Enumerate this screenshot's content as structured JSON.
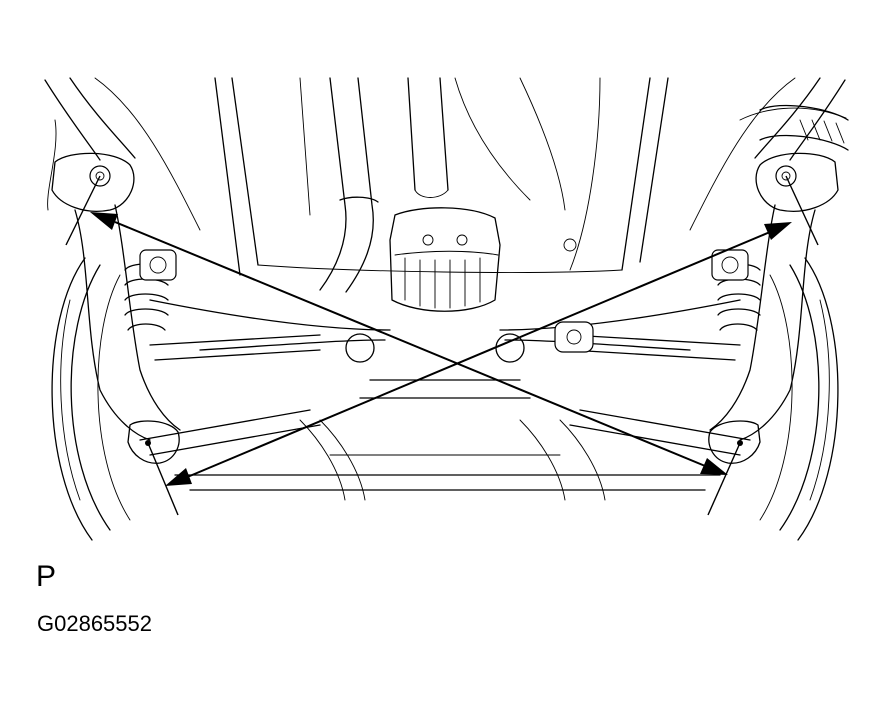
{
  "figure": {
    "view_label": "P",
    "figure_code": "G02865552"
  },
  "colors": {
    "ink": "#000000",
    "paper": "#ffffff"
  },
  "markers": {
    "count": 4,
    "shape": "x-pattern-arrows"
  }
}
